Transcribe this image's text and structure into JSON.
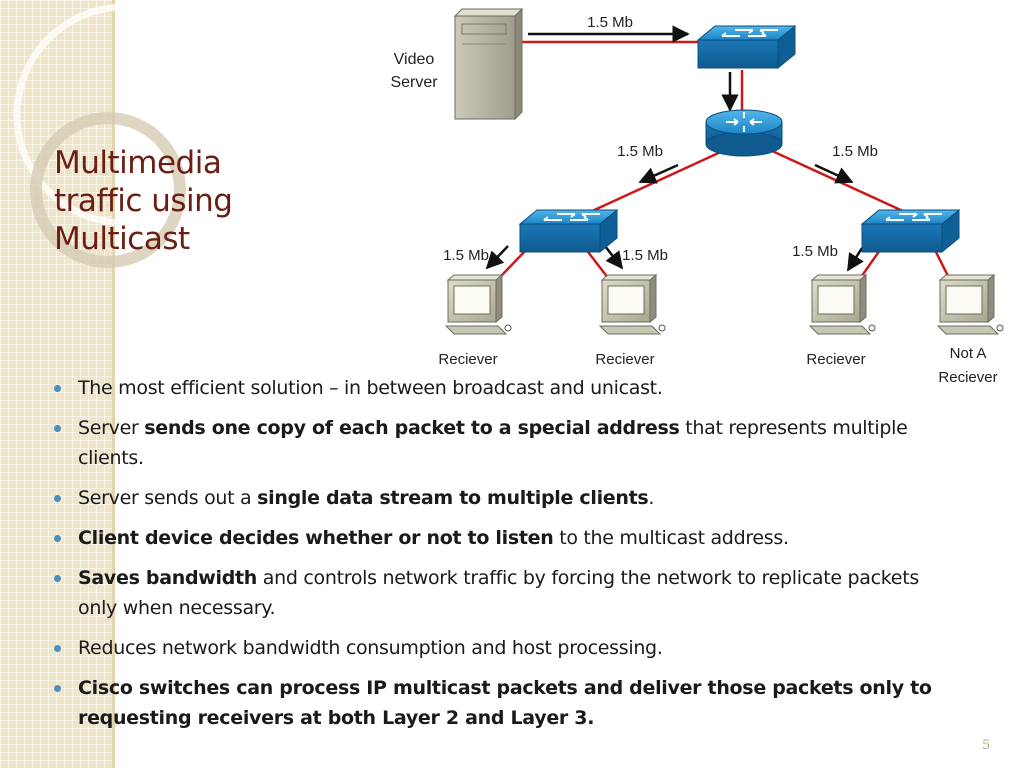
{
  "slide": {
    "title_lines": [
      "Multimedia",
      "traffic using",
      "Multicast"
    ],
    "page_number": "5"
  },
  "diagram": {
    "server_label_lines": [
      "Video",
      "Server"
    ],
    "link_labels": [
      "1.5 Mb",
      "1.5 Mb",
      "1.5 Mb",
      "1.5 Mb",
      "1.5 Mb",
      "1.5 Mb"
    ],
    "hosts": [
      {
        "label_lines": [
          "Reciever"
        ]
      },
      {
        "label_lines": [
          "Reciever"
        ]
      },
      {
        "label_lines": [
          "Reciever"
        ]
      },
      {
        "label_lines": [
          "Not A",
          "Reciever"
        ]
      }
    ],
    "colors": {
      "link": "#cc1a1a",
      "arrow": "#111111",
      "device": "#1f8fd0",
      "computer": "#c9c7b6"
    }
  },
  "bullets": [
    {
      "parts": [
        {
          "text": "The most efficient solution – in between broadcast and unicast.",
          "bold": false
        }
      ]
    },
    {
      "parts": [
        {
          "text": "Server ",
          "bold": false
        },
        {
          "text": "sends one copy of each packet to a special address",
          "bold": true
        },
        {
          "text": " that represents multiple clients.",
          "bold": false
        }
      ]
    },
    {
      "parts": [
        {
          "text": "Server sends out a ",
          "bold": false
        },
        {
          "text": "single data stream to multiple clients",
          "bold": true
        },
        {
          "text": ".",
          "bold": false
        }
      ]
    },
    {
      "parts": [
        {
          "text": "Client device decides whether or not to listen",
          "bold": true
        },
        {
          "text": " to the multicast address.",
          "bold": false
        }
      ]
    },
    {
      "parts": [
        {
          "text": "Saves bandwidth",
          "bold": true
        },
        {
          "text": " and controls network traffic by forcing the network to replicate packets only when necessary.",
          "bold": false
        }
      ]
    },
    {
      "parts": [
        {
          "text": "Reduces network bandwidth consumption and host processing.",
          "bold": false
        }
      ]
    },
    {
      "parts": [
        {
          "text": "Cisco switches can process IP multicast packets and deliver those packets only to requesting receivers at both Layer 2 and Layer 3.",
          "bold": true
        }
      ]
    }
  ]
}
